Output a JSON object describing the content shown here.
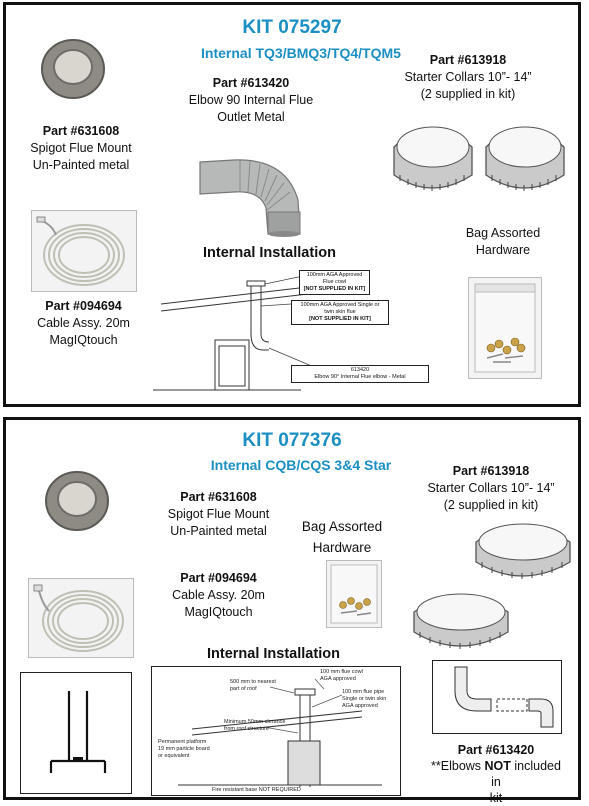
{
  "kit1": {
    "title": "KIT 075297",
    "subtitle": "Internal TQ3/BMQ3/TQ4/TQM5",
    "spigot": {
      "part": "Part #631608",
      "line1": "Spigot Flue Mount",
      "line2": "Un-Painted metal"
    },
    "elbow": {
      "part": "Part #613420",
      "line1": "Elbow 90 Internal Flue",
      "line2": "Outlet Metal"
    },
    "collars": {
      "part": "Part #613918",
      "line1": "Starter Collars 10”- 14”",
      "line2": "(2 supplied in kit)"
    },
    "cable": {
      "part": "Part #094694",
      "line1": "Cable Assy. 20m",
      "line2": "MagIQtouch"
    },
    "hardware": {
      "line1": "Bag Assorted",
      "line2": "Hardware"
    },
    "install_heading": "Internal Installation",
    "notes": {
      "cowl_a": "100mm AGA Approved",
      "cowl_b": "Flue cowl",
      "cowl_c": "[NOT SUPPLIED IN KIT]",
      "flue_a": "100mm AGA Approved Single or",
      "flue_b": "twin skin flue",
      "flue_c": "[NOT SUPPLIED IN KIT]",
      "elbow_a": "613420",
      "elbow_b": "Elbow 90° Internal Flue elbow - Metal"
    }
  },
  "kit2": {
    "title": "KIT 077376",
    "subtitle": "Internal CQB/CQS 3&4 Star",
    "spigot": {
      "part": "Part #631608",
      "line1": "Spigot Flue Mount",
      "line2": "Un-Painted metal"
    },
    "cable": {
      "part": "Part #094694",
      "line1": "Cable Assy. 20m",
      "line2": "MagIQtouch"
    },
    "hardware": {
      "line1": "Bag Assorted",
      "line2": "Hardware"
    },
    "collars": {
      "part": "Part #613918",
      "line1": "Starter Collars 10”- 14”",
      "line2": "(2 supplied in kit)"
    },
    "install_heading": "Internal Installation",
    "elbow": {
      "part": "Part #613420",
      "line1_pre": "**Elbows ",
      "line1_bold": "NOT",
      "line1_post": " included in",
      "line2": "kit"
    },
    "labels": {
      "roof_a": "500 mm to nearest",
      "roof_b": "part of roof",
      "clear_a": "Minimum 50mm clerance",
      "clear_b": "from roof structure",
      "plat_a": "Permanent platform",
      "plat_b": "19 mm particle board",
      "plat_c": "or equivalent",
      "base": "Fire resistant base NOT REQUIRED",
      "cowl_a": "100 mm flue cowl",
      "cowl_b": "AGA approved",
      "pipe_a": "100 mm flue pipe",
      "pipe_b": "Single or twin skin",
      "pipe_c": "AGA approved"
    }
  },
  "colors": {
    "accent": "#1b8fc4",
    "border": "#111111"
  }
}
